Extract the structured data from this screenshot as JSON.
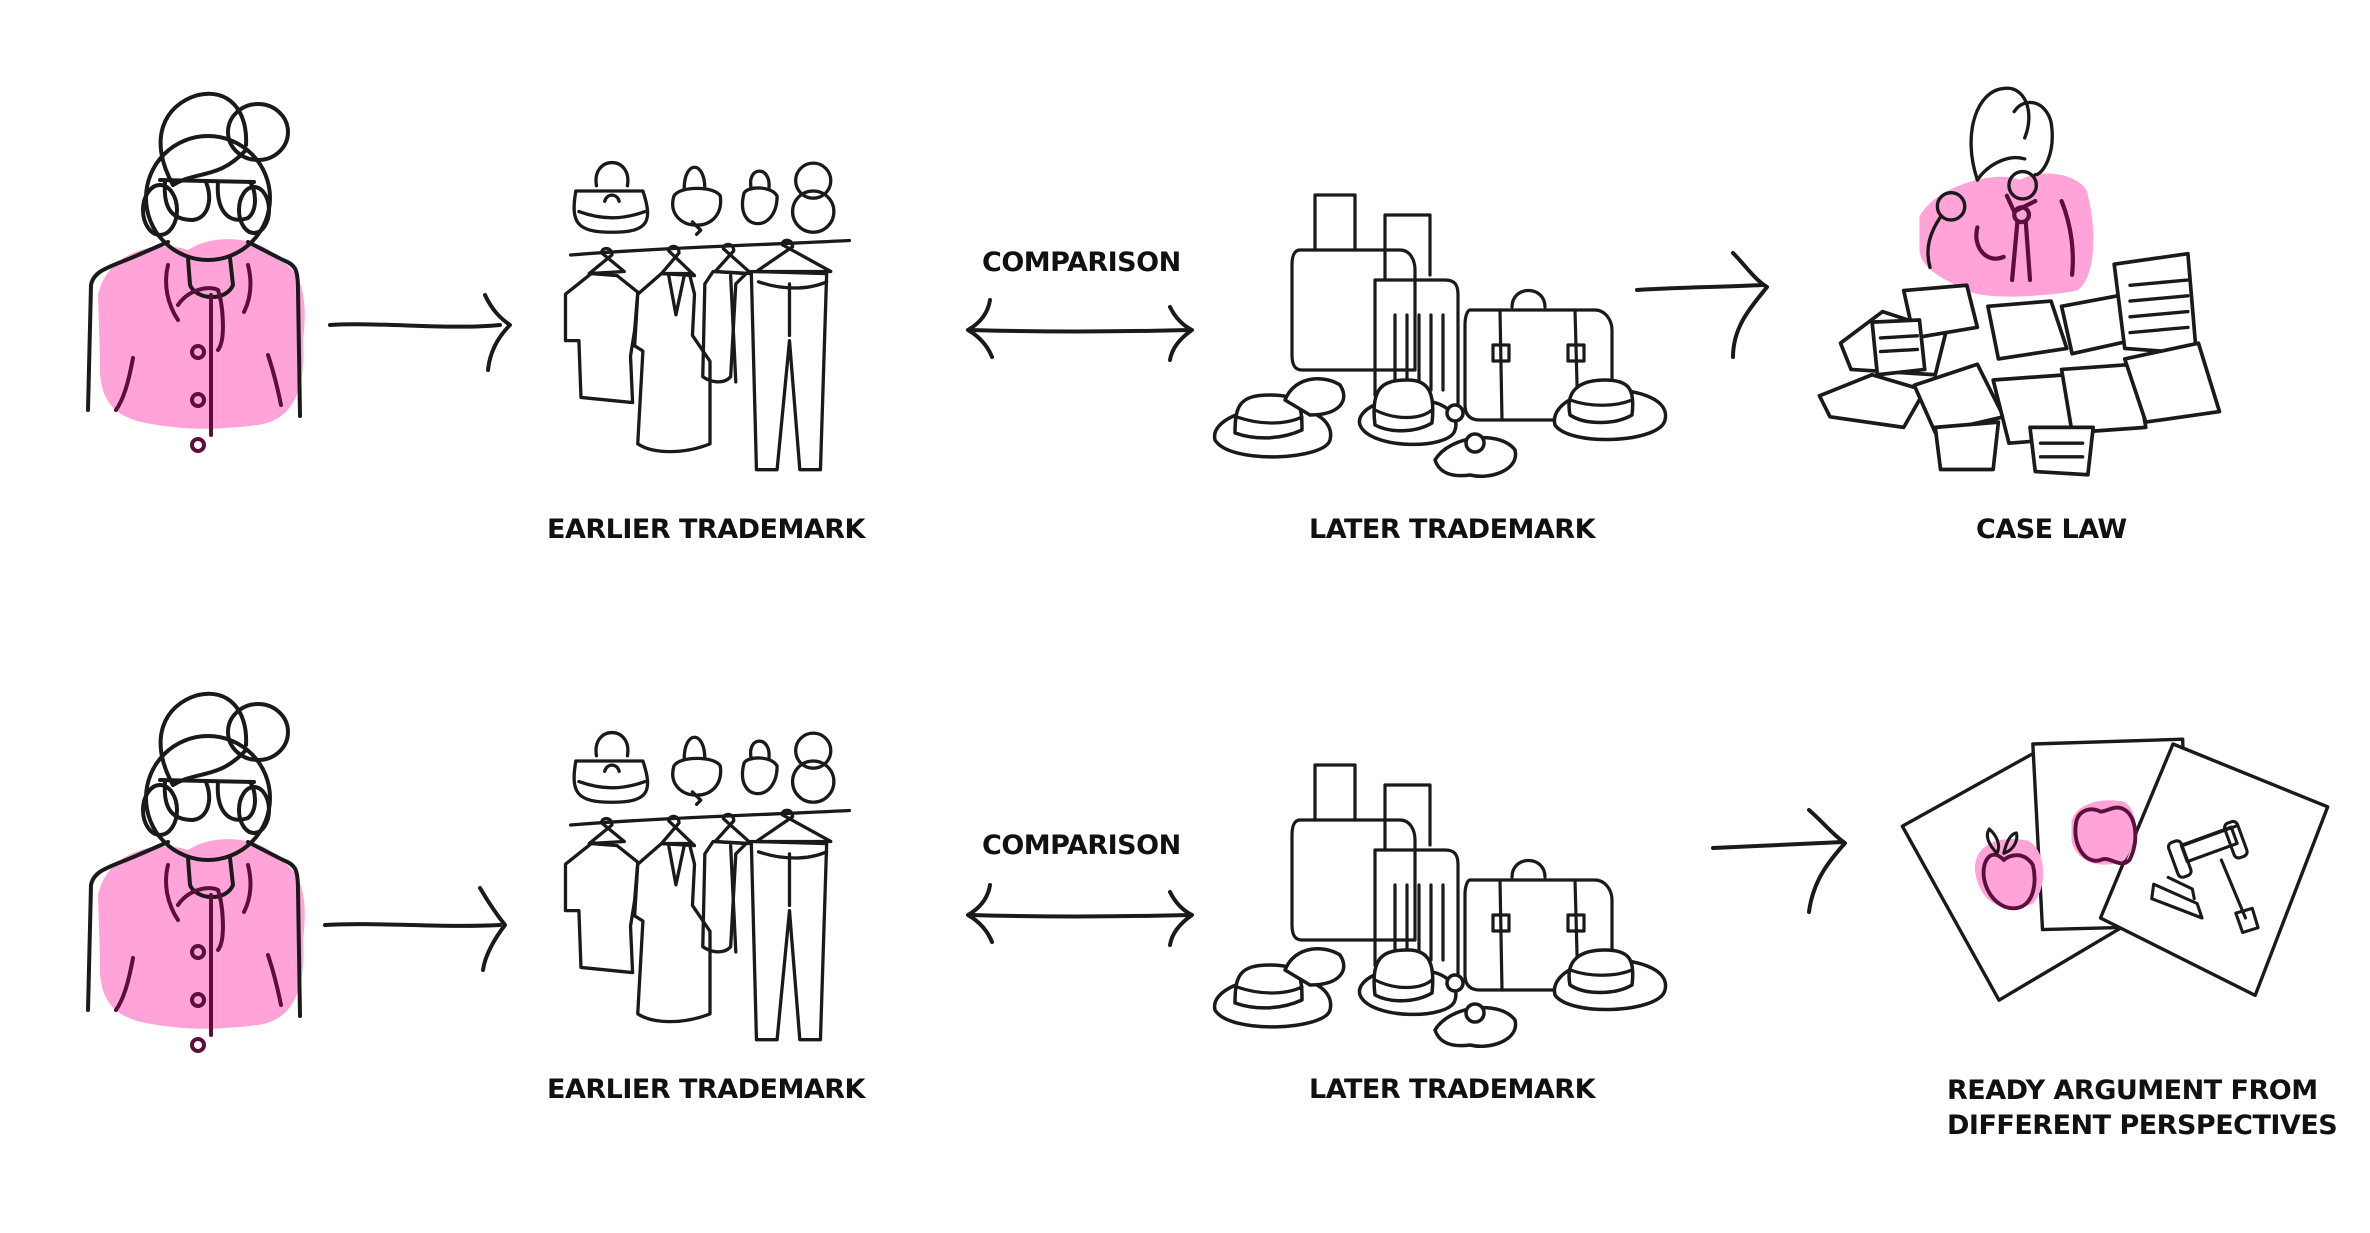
{
  "colors": {
    "accent_pink": "#ffa3d8",
    "ink": "#1a1a1a",
    "ink_on_pink": "#5a0f3c",
    "background": "#ffffff"
  },
  "rows": [
    {
      "steps": [
        {
          "icon": "person-icon",
          "label": ""
        },
        {
          "icon": "clothing-rack-icon",
          "label": "EARLIER TRADEMARK"
        },
        {
          "icon": "luggage-and-hats-icon",
          "label": "LATER TRADEMARK"
        },
        {
          "icon": "lawyer-with-papers-icon",
          "label": "CASE LAW"
        }
      ],
      "connectors": [
        {
          "type": "arrow-right",
          "label": ""
        },
        {
          "type": "arrow-both",
          "label": "COMPARISON"
        },
        {
          "type": "arrow-right",
          "label": ""
        }
      ]
    },
    {
      "steps": [
        {
          "icon": "person-icon",
          "label": ""
        },
        {
          "icon": "clothing-rack-icon",
          "label": "EARLIER TRADEMARK"
        },
        {
          "icon": "luggage-and-hats-icon",
          "label": "LATER TRADEMARK"
        },
        {
          "icon": "documents-apple-gavel-icon",
          "label_line1": "READY ARGUMENT FROM",
          "label_line2": "DIFFERENT PERSPECTIVES"
        }
      ],
      "connectors": [
        {
          "type": "arrow-right",
          "label": ""
        },
        {
          "type": "arrow-both",
          "label": "COMPARISON"
        },
        {
          "type": "arrow-right",
          "label": ""
        }
      ]
    }
  ]
}
